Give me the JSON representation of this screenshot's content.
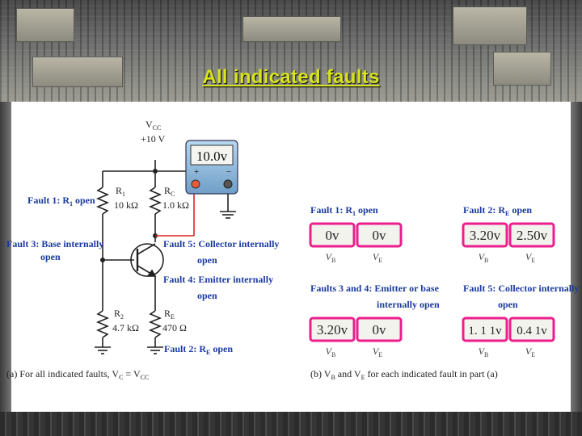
{
  "slide": {
    "title": "All indicated faults"
  },
  "circuit": {
    "vcc_label": "V",
    "vcc_sub": "CC",
    "vcc_value": "+10 V",
    "r1_label": "R",
    "r1_sub": "1",
    "r1_value": "10 kΩ",
    "rc_label": "R",
    "rc_sub": "C",
    "rc_value": "1.0 kΩ",
    "r2_label": "R",
    "r2_sub": "2",
    "r2_value": "4.7 kΩ",
    "re_label": "R",
    "re_sub": "E",
    "re_value": "470 Ω",
    "meter_reading": "10.0v",
    "meter_plus": "+",
    "meter_minus": "−",
    "fault1": "Fault 1: R",
    "fault1_sub": "1",
    "fault1_tail": " open",
    "fault3_line1": "Fault 3: Base internally",
    "fault3_line2": "open",
    "fault5_line1": "Fault 5: Collector internally",
    "fault5_line2": "open",
    "fault4_line1": "Fault 4: Emitter internally",
    "fault4_line2": "open",
    "fault2": "Fault 2: R",
    "fault2_sub": "E",
    "fault2_tail": " open",
    "caption_a": "(a) For all indicated faults, V",
    "caption_a_sub1": "C",
    "caption_a_mid": " = V",
    "caption_a_sub2": "CC"
  },
  "readings": {
    "f1_title": "Fault 1: R",
    "f1_title_sub": "1",
    "f1_title_tail": " open",
    "f1_vb": "0v",
    "f1_ve": "0v",
    "f2_title": "Fault 2: R",
    "f2_title_sub": "E",
    "f2_title_tail": " open",
    "f2_vb": "3.20v",
    "f2_ve": "2.50v",
    "f34_title_line1": "Faults 3 and 4: Emitter or base",
    "f34_title_line2": "internally open",
    "f34_vb": "3.20v",
    "f34_ve": "0v",
    "f5_title_line1": "Fault 5: Collector internally",
    "f5_title_line2": "open",
    "f5_vb": "1. 1 1v",
    "f5_ve": "0.4 1v",
    "vb_label": "V",
    "vb_sub": "B",
    "ve_label": "V",
    "ve_sub": "E",
    "caption_b1": "(b) V",
    "caption_b_sub1": "B",
    "caption_b2": " and V",
    "caption_b_sub2": "E",
    "caption_b3": " for each indicated fault in part (a)"
  },
  "colors": {
    "fault_text": "#1a3aa0",
    "display_fill": "#ec1d8c",
    "meter_body": "#9ec6e6",
    "title": "#d8e41c"
  }
}
